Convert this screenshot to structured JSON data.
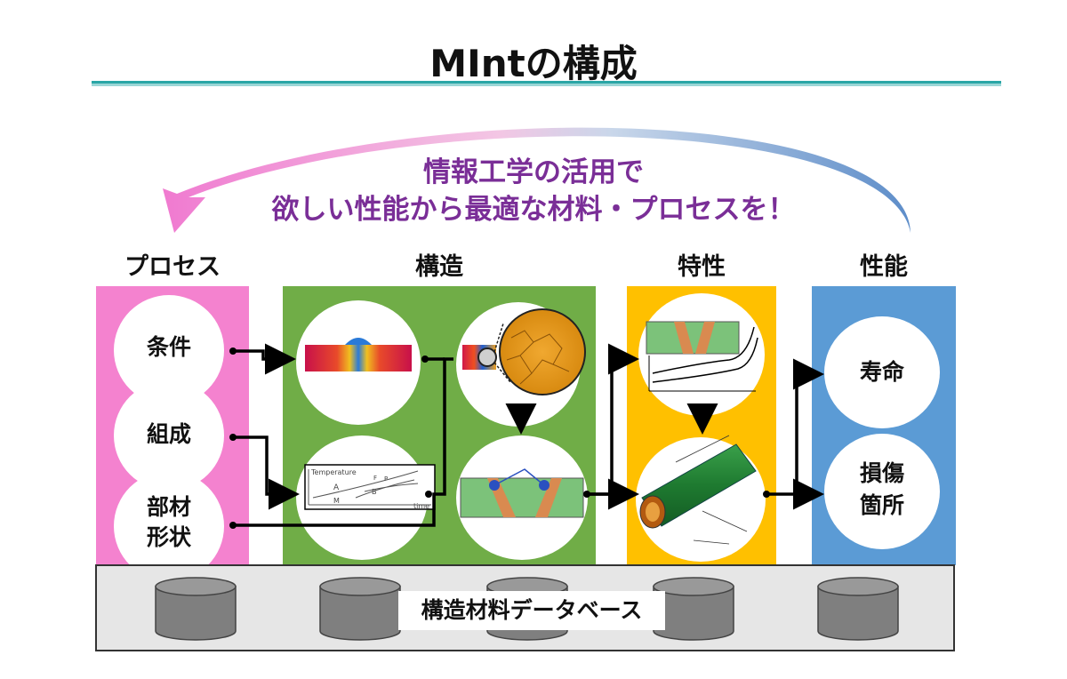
{
  "title": "MIntの構成",
  "headline": {
    "line1": "情報工学の活用で",
    "line2": "欲しい性能から最適な材料・プロセスを！"
  },
  "columns": {
    "process": {
      "title": "プロセス",
      "items": [
        "条件",
        "組成",
        "部材",
        "形状"
      ],
      "color": "#f482cf"
    },
    "structure": {
      "title": "構造",
      "color": "#70ad47"
    },
    "property": {
      "title": "特性",
      "color": "#ffc000"
    },
    "performance": {
      "title": "性能",
      "items": [
        "寿命",
        "損傷",
        "箇所"
      ],
      "color": "#5b9bd5"
    }
  },
  "plot_labels": {
    "temperature": "Temperature",
    "time": "time",
    "region_a": "A",
    "region_b": "B",
    "region_m": "M",
    "region_f": "F",
    "region_p": "P"
  },
  "database": {
    "label": "構造材料データベース"
  },
  "colors": {
    "accent": "#2aa6a6",
    "headline": "#7a2e97"
  }
}
